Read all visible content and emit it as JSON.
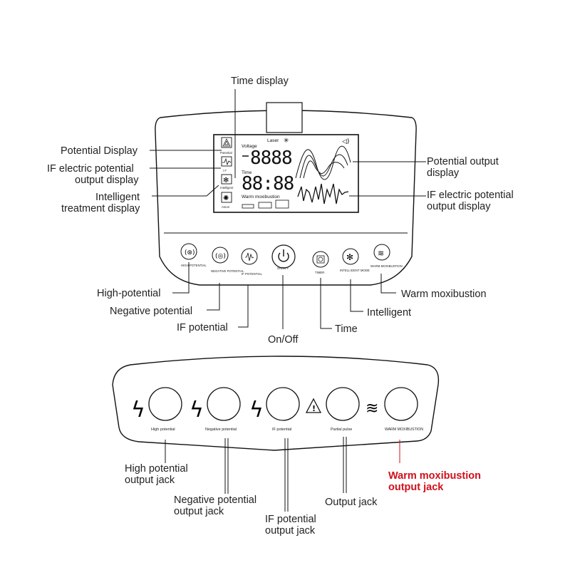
{
  "top_panel": {
    "callouts": {
      "time_display": "Time display",
      "potential_display": "Potential Display",
      "if_display_1": "IF electric potential",
      "if_display_2": "output display",
      "intelligent_display_1": "Intelligent",
      "intelligent_display_2": "treatment display",
      "potential_output_1": "Potential output",
      "potential_output_2": "display",
      "if_output_1": "IF electric potential",
      "if_output_2": "output display"
    },
    "lcd": {
      "laser": "Laser",
      "voltage": "Voltage",
      "voltage_digits": "8888",
      "time": "Time",
      "time_digits": "88:88",
      "warm": "Warm moxibustion",
      "icon_potential": "Potential",
      "icon_if": "I F",
      "icon_intelligent": "Intelligent",
      "icon_anion": "Anion"
    },
    "buttons": [
      {
        "small": "HIGH POTENTIAL",
        "callout": "High-potential"
      },
      {
        "small": "NEGATIVE POTENTIAL",
        "callout": "Negative potential"
      },
      {
        "small": "IF POTENTIAL",
        "callout": "IF potential"
      },
      {
        "small": "ON/OFF",
        "callout": "On/Off"
      },
      {
        "small": "TIMER",
        "callout": "Time"
      },
      {
        "small": "INTELLIGENT MODE",
        "callout": "Intelligent"
      },
      {
        "small": "WARM MOXIBUSTION",
        "callout": "Warm moxibustion"
      }
    ]
  },
  "bottom_panel": {
    "jacks": [
      {
        "small": "High potential",
        "callout_1": "High potential",
        "callout_2": "output jack"
      },
      {
        "small": "Negative potential",
        "callout_1": "Negative potential",
        "callout_2": "output jack"
      },
      {
        "small": "IF potential",
        "callout_1": "IF potential",
        "callout_2": "output jack"
      },
      {
        "small": "Partial pulse",
        "callout_1": "Output jack",
        "callout_2": ""
      },
      {
        "small": "WARM MOXIBUSTION",
        "callout_1": "Warm moxibustion",
        "callout_2": "output jack"
      }
    ],
    "highlight_color": "#d0101b"
  }
}
